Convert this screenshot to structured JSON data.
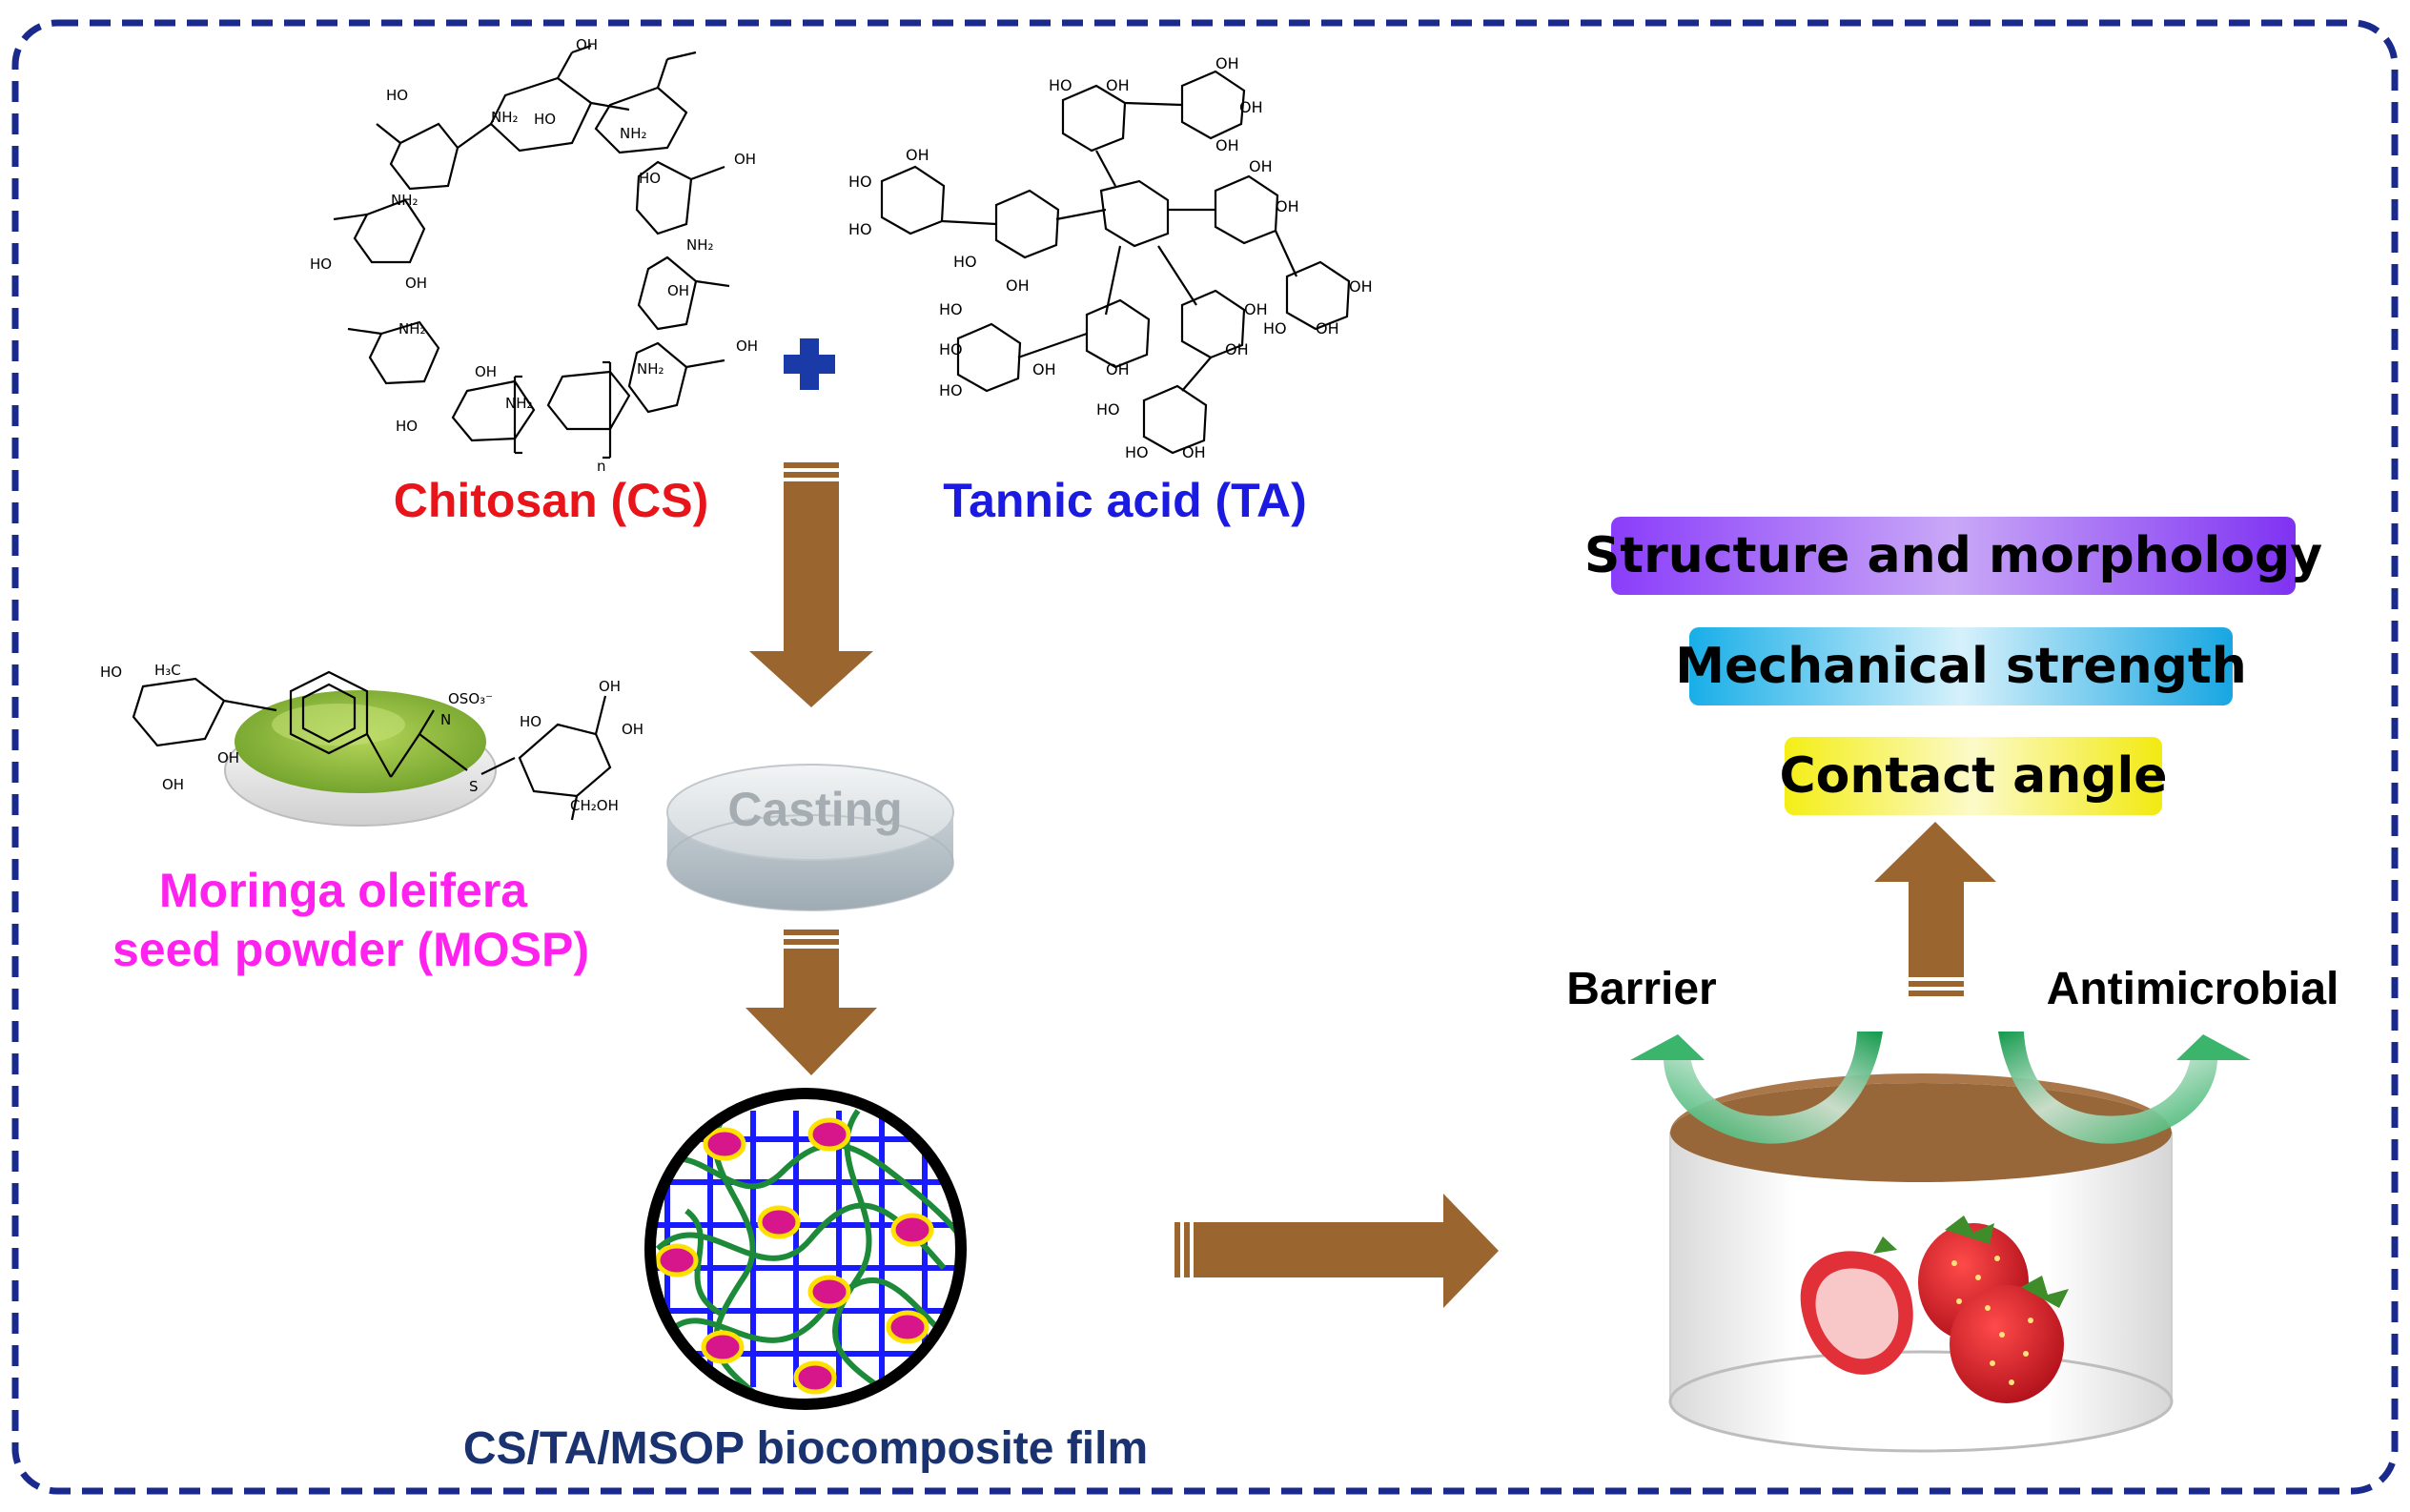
{
  "labels": {
    "chitosan": "Chitosan (CS)",
    "tannic_acid": "Tannic acid (TA)",
    "moringa_line1": "Moringa oleifera",
    "moringa_line2": "seed powder (MOSP)",
    "casting": "Casting",
    "film": "CS/TA/MSOP biocomposite film",
    "barrier": "Barrier",
    "antimicrobial": "Antimicrobial"
  },
  "properties": {
    "structure": "Structure and morphology",
    "mechanical": "Mechanical strength",
    "contact": "Contact angle"
  },
  "chemistry": {
    "chitosan_groups": {
      "oh": "OH",
      "ho": "HO",
      "nh2": "NH₂",
      "n": "n"
    },
    "tannic_groups": {
      "oh": "OH",
      "ho": "HO"
    },
    "mosp_groups": {
      "ho": "HO",
      "oh": "OH",
      "h3c": "H₃C",
      "oso3": "OSO₃⁻",
      "n": "N",
      "s": "S",
      "ch2oh": "CH₂OH"
    }
  },
  "colors": {
    "chitosan": "#e8141a",
    "tannic_acid": "#1a1ae0",
    "moringa": "#ff22ee",
    "film_label": "#1a3270",
    "arrow_brown": "#9b6530",
    "border": "#1a2a8c",
    "plus": "#1a3aa8"
  }
}
